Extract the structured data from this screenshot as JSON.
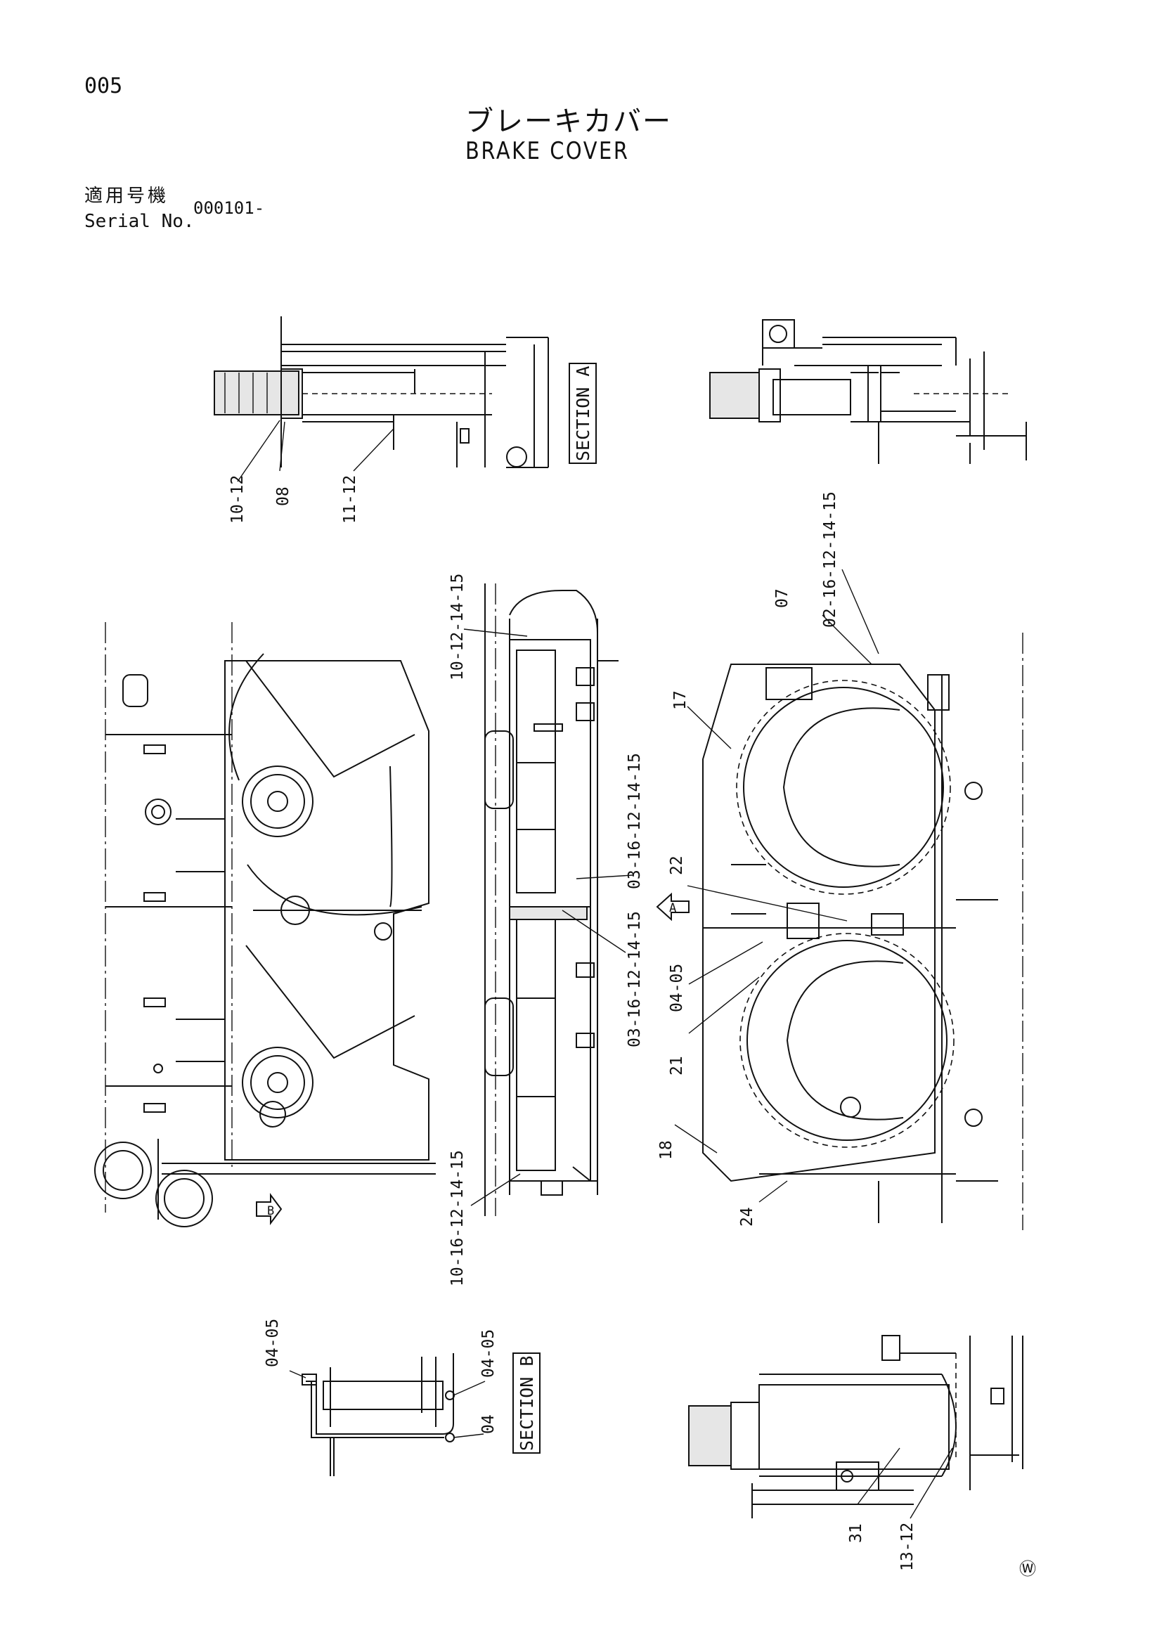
{
  "header": {
    "page_no": "005",
    "title_jp": "ブレーキカバー",
    "title_en": "BRAKE COVER",
    "serial_label_jp": "適用号機",
    "serial_label_en": "Serial No.",
    "serial_value": "000101-"
  },
  "sections": {
    "a_label": "SECTION A",
    "b_label": "SECTION B",
    "view_a": "A",
    "view_b": "B"
  },
  "callouts": {
    "c_10_12": "10-12",
    "c_08": "08",
    "c_11_12": "11-12",
    "c_10_12_14_15": "10-12-14-15",
    "c_02_16_12_14_15": "02-16-12-14-15",
    "c_07": "07",
    "c_17": "17",
    "c_03_16_12_14_15_a": "03-16-12-14-15",
    "c_03_16_12_14_15_b": "03-16-12-14-15",
    "c_22": "22",
    "c_04_05_mid": "04-05",
    "c_21": "21",
    "c_18": "18",
    "c_24": "24",
    "c_10_16_12_14_15": "10-16-12-14-15",
    "c_04_05_b1": "04-05",
    "c_04_05_b2": "04-05",
    "c_04": "04",
    "c_31": "31",
    "c_13_12": "13-12"
  },
  "footer": {
    "mark": "Ⓦ"
  }
}
